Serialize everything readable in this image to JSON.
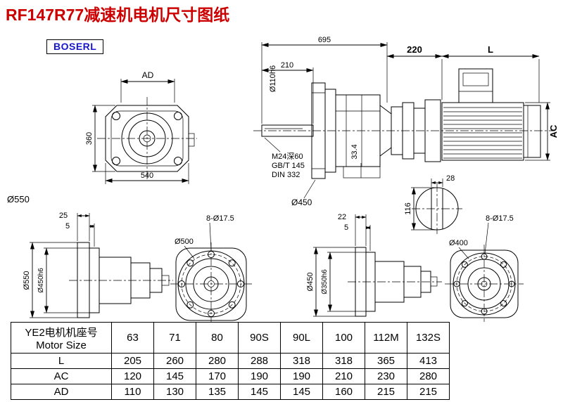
{
  "page": {
    "title": "RF147R77减速机电机尺寸图纸",
    "logo": "BOSERL"
  },
  "colors": {
    "title_red": "#cc0000",
    "logo_blue": "#1616cc",
    "line": "#000000"
  },
  "front_view": {
    "ad": "AD",
    "height": "360",
    "width": "540",
    "outer": "Ø550"
  },
  "side_view": {
    "overall": "695",
    "shaft_len": "210",
    "shaft_dia": "Ø110h6",
    "tap": "M24深60",
    "std1": "GB/T 145",
    "std2": "DIN 332",
    "key_h": "33.4",
    "flange_dia": "Ø450"
  },
  "motor_view": {
    "adapter_len": "220",
    "motor_len": "L",
    "motor_dia": "AC",
    "key_w": "28",
    "shaft_h": "116"
  },
  "flangeB_side": {
    "t1": "25",
    "t2": "5",
    "outer": "Ø550",
    "spigot": "Ø450h6"
  },
  "flangeB_front": {
    "holes": "8-Ø17.5",
    "bolt_circle": "Ø500"
  },
  "flangeC_side": {
    "t1": "22",
    "t2": "5",
    "outer": "Ø450",
    "spigot": "Ø350h6"
  },
  "flangeC_front": {
    "holes": "8-Ø17.5",
    "bolt_circle": "Ø400"
  },
  "table": {
    "header_line1": "YE2电机机座号",
    "header_line2": "Motor Size",
    "sizes": [
      "63",
      "71",
      "80",
      "90S",
      "90L",
      "100",
      "112M",
      "132S"
    ],
    "rows": [
      {
        "label": "L",
        "values": [
          "205",
          "260",
          "280",
          "288",
          "318",
          "318",
          "365",
          "413"
        ]
      },
      {
        "label": "AC",
        "values": [
          "120",
          "145",
          "170",
          "190",
          "190",
          "210",
          "230",
          "280"
        ]
      },
      {
        "label": "AD",
        "values": [
          "110",
          "130",
          "135",
          "145",
          "145",
          "160",
          "215",
          "215"
        ]
      }
    ]
  }
}
